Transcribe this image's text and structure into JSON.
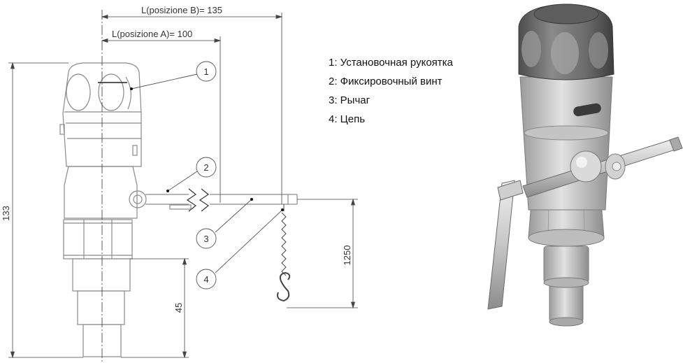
{
  "dimensions": {
    "length_b": "L(posizione B)= 135",
    "length_a": "L(posizione A)= 100",
    "height_total": "133",
    "chain_length": "1250",
    "bottom_height": "45"
  },
  "callouts": [
    "1",
    "2",
    "3",
    "4"
  ],
  "legend": [
    {
      "text": "1: Установочная рукоятка"
    },
    {
      "text": "2: Фиксировочный винт"
    },
    {
      "text": "3: Рычаг"
    },
    {
      "text": "4: Цепь"
    }
  ]
}
